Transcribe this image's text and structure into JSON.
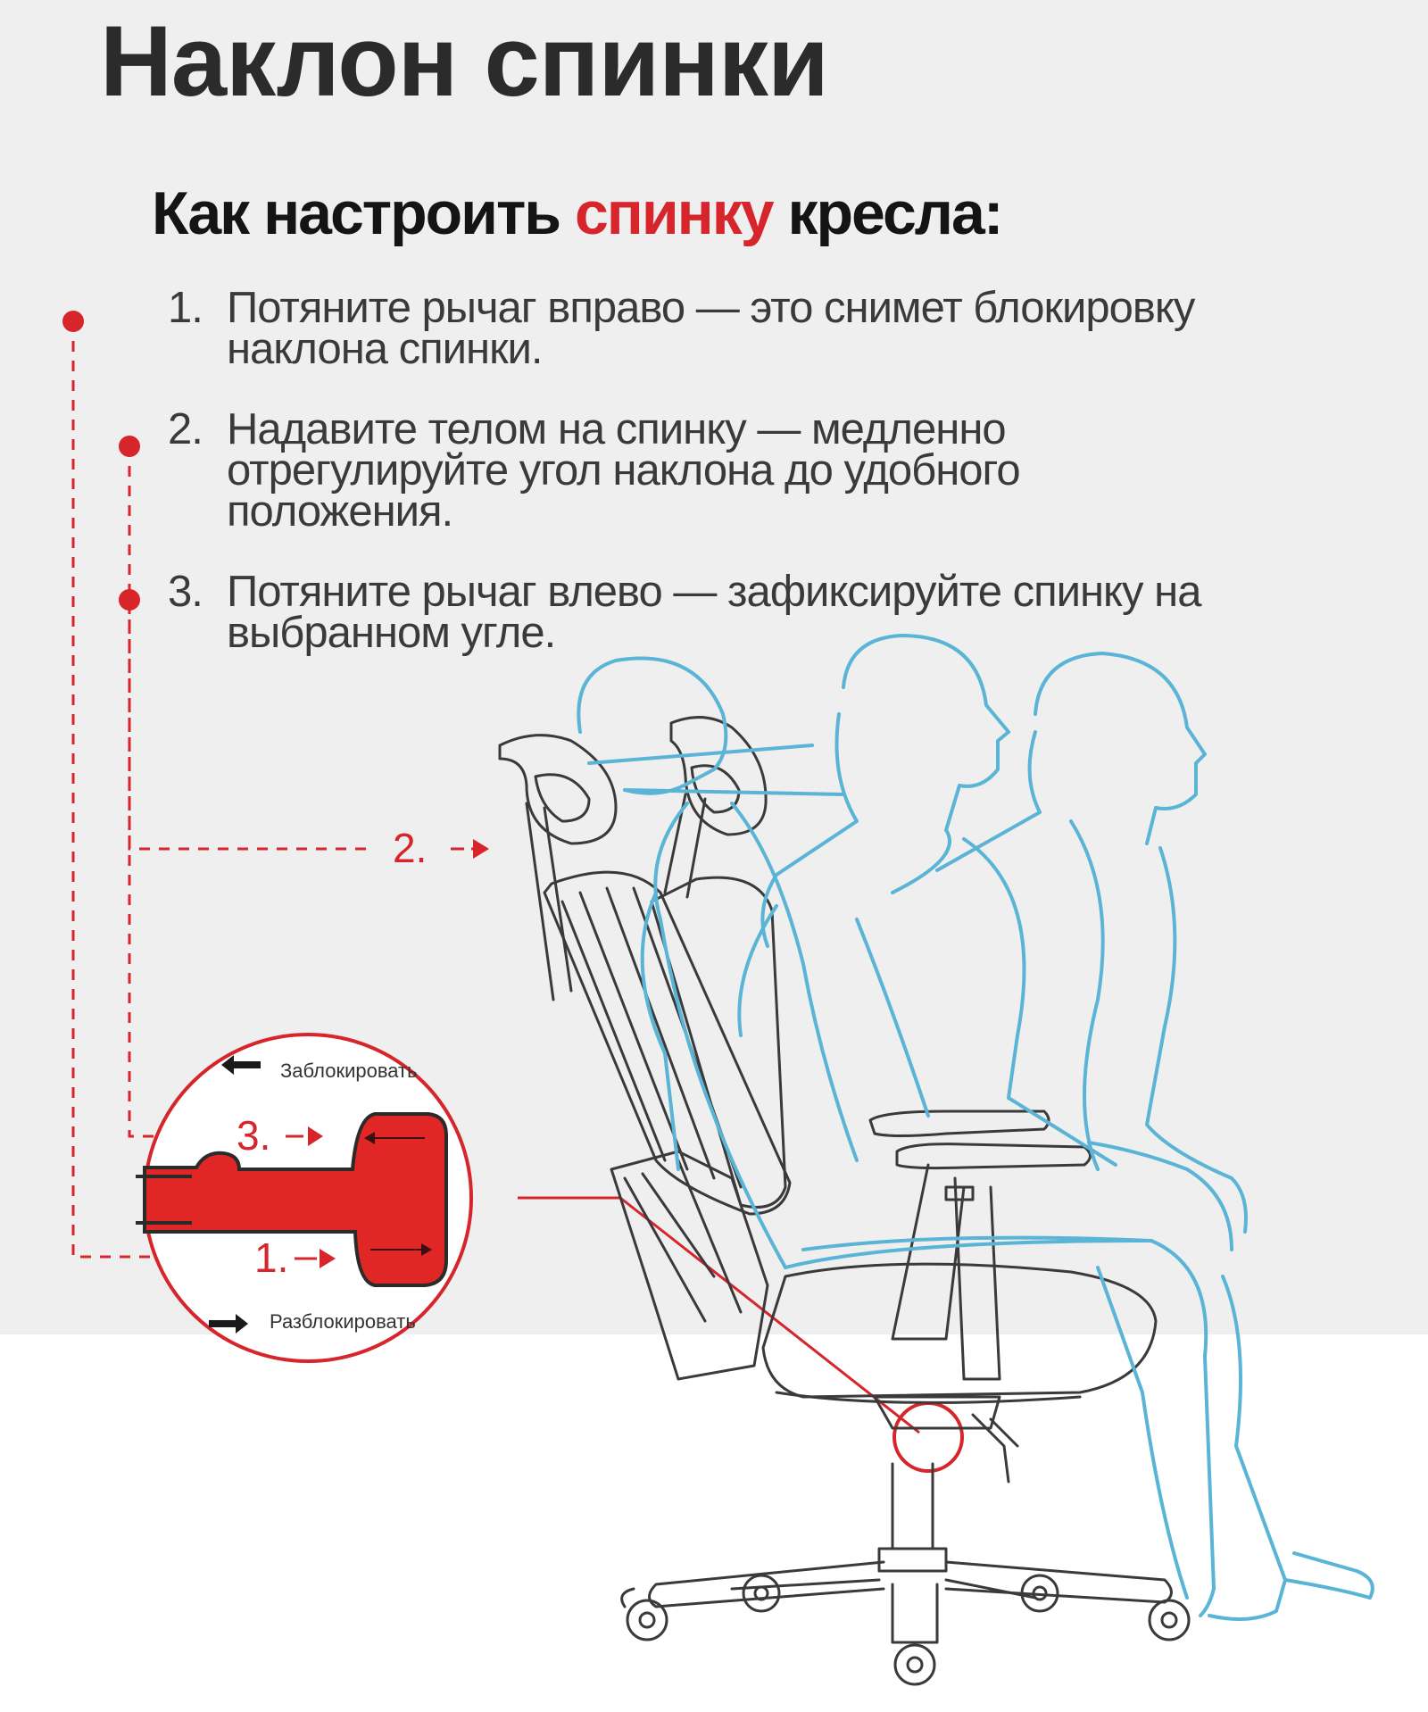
{
  "title": "Наклон спинки",
  "subtitle": {
    "before": "Как настроить ",
    "accent": "спинку",
    "after": " кресла:"
  },
  "steps": [
    {
      "num": "1.",
      "text": "Потяните рычаг вправо — это снимет блокировку наклона спинки."
    },
    {
      "num": "2.",
      "text": "Надавите телом на спинку — медленно отрегулируйте угол наклона до удобного положения."
    },
    {
      "num": "3.",
      "text": "Потяните рычаг влево — зафиксируйте спинку на выбранном угле."
    }
  ],
  "diagram": {
    "lock_label": "Заблокировать",
    "unlock_label": "Разблокировать",
    "marker_1": "1.",
    "marker_2": "2.",
    "marker_3": "3."
  },
  "colors": {
    "accent_red": "#d6252b",
    "silhouette_blue": "#5ab4d6",
    "line_dark": "#3a3a3a",
    "background_gray": "#efefef"
  },
  "icons": [
    "arrow-left-icon",
    "arrow-right-icon",
    "chair-illustration",
    "person-silhouette",
    "lever-zoom-circle"
  ]
}
